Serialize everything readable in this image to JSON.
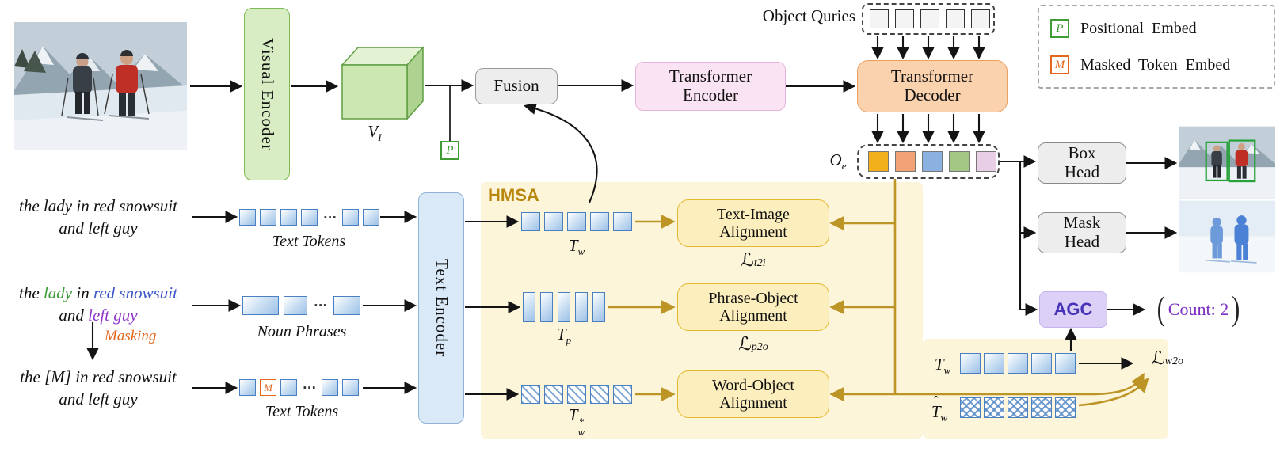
{
  "colors": {
    "lady": "#3d9b35",
    "red_snowsuit": "#3c55c8",
    "left_guy": "#8f36c9",
    "masking": "#e2661c",
    "hmsa_title": "#b8860b",
    "count": "#7d2fc4",
    "agc": "#4633b8",
    "legend_p": "#3f9c35",
    "legend_m": "#e2661c"
  },
  "legend": {
    "p_symbol": "P",
    "p_label": "Positional Embed",
    "m_symbol": "M",
    "m_label": "Masked Token Embed"
  },
  "pipeline": {
    "visual_encoder": "Visual Encoder",
    "v_base": "V",
    "v_sub": "I",
    "p_embed": "P",
    "fusion": "Fusion",
    "transformer_encoder": {
      "line1": "Transformer",
      "line2": "Encoder"
    },
    "object_queries": "Object Quries",
    "transformer_decoder": {
      "line1": "Transformer",
      "line2": "Decoder"
    },
    "oe_base": "O",
    "oe_sub": "e",
    "box_head": {
      "line1": "Box",
      "line2": "Head"
    },
    "mask_head": {
      "line1": "Mask",
      "line2": "Head"
    },
    "agc": "AGC",
    "count": "Count: 2",
    "paren_left": "(",
    "paren_right": ")"
  },
  "text_inputs": {
    "plain": {
      "line1": "the lady in red snowsuit",
      "line2": "and left guy"
    },
    "colored": {
      "seg_the": "the ",
      "seg_lady": "lady",
      "seg_in": " in ",
      "seg_red": "red snowsuit",
      "seg_and": "and ",
      "seg_guy": "left guy"
    },
    "masking_label": "Masking",
    "masked": {
      "line1": "the [M] in red snowsuit",
      "line2": "and left guy"
    },
    "tokens_label_top": "Text Tokens",
    "noun_phrases_label": "Noun Phrases",
    "tokens_label_bottom": "Text Tokens",
    "m_token": "M",
    "dots": "···",
    "text_encoder": "Text Encoder"
  },
  "hmsa": {
    "title": "HMSA",
    "tw": {
      "base": "T",
      "sub": "w"
    },
    "tp": {
      "base": "T",
      "sub": "p"
    },
    "tw_star": {
      "base": "T",
      "sup": "*",
      "sub": "w"
    },
    "text_image": {
      "line1": "Text-Image",
      "line2": "Alignment"
    },
    "phrase_object": {
      "line1": "Phrase-Object",
      "line2": "Alignment"
    },
    "word_object": {
      "line1": "Word-Object",
      "line2": "Alignment"
    },
    "loss_t2i": {
      "base": "ℒ",
      "sub": "t2i"
    },
    "loss_p2o": {
      "base": "ℒ",
      "sub": "p2o"
    }
  },
  "bottom_right": {
    "tw": {
      "base": "T",
      "sub": "w"
    },
    "tw_hat": {
      "base": "T",
      "hat": "ˆ",
      "sub": "w"
    },
    "loss_w2o": {
      "base": "ℒ",
      "sub": "w2o"
    }
  }
}
